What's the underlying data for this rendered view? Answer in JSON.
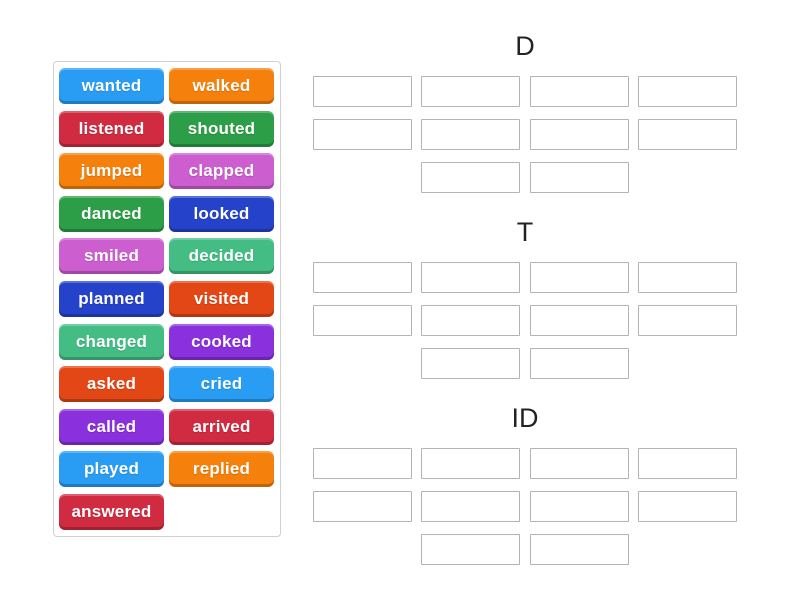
{
  "palette": {
    "background": "#ffffff",
    "tile_text": "#ffffff",
    "panel_border": "#d0d0d0",
    "slot_border": "#b4b4b4",
    "slot_bg": "#ffffff",
    "group_title_text": "#232323",
    "azure": "#299df4",
    "orange": "#f5810c",
    "crimson": "#d02b40",
    "green": "#2d9e48",
    "orchid": "#cc5ed0",
    "royal_blue": "#2543ca",
    "sea_green": "#44bd84",
    "vermillion": "#e34716",
    "purple": "#8a30dd"
  },
  "word_bank": {
    "items": [
      {
        "label": "wanted",
        "color": "#299df4"
      },
      {
        "label": "walked",
        "color": "#f5810c"
      },
      {
        "label": "listened",
        "color": "#d02b40"
      },
      {
        "label": "shouted",
        "color": "#2d9e48"
      },
      {
        "label": "jumped",
        "color": "#f5810c"
      },
      {
        "label": "clapped",
        "color": "#cc5ed0"
      },
      {
        "label": "danced",
        "color": "#2d9e48"
      },
      {
        "label": "looked",
        "color": "#2543ca"
      },
      {
        "label": "smiled",
        "color": "#cc5ed0"
      },
      {
        "label": "decided",
        "color": "#44bd84"
      },
      {
        "label": "planned",
        "color": "#2543ca"
      },
      {
        "label": "visited",
        "color": "#e34716"
      },
      {
        "label": "changed",
        "color": "#44bd84"
      },
      {
        "label": "cooked",
        "color": "#8a30dd"
      },
      {
        "label": "asked",
        "color": "#e34716"
      },
      {
        "label": "cried",
        "color": "#299df4"
      },
      {
        "label": "called",
        "color": "#8a30dd"
      },
      {
        "label": "arrived",
        "color": "#d02b40"
      },
      {
        "label": "played",
        "color": "#299df4"
      },
      {
        "label": "replied",
        "color": "#f5810c"
      },
      {
        "label": "answered",
        "color": "#d02b40"
      }
    ]
  },
  "groups": [
    {
      "label": "D",
      "slot_rows": [
        4,
        4,
        2
      ]
    },
    {
      "label": "T",
      "slot_rows": [
        4,
        4,
        2
      ]
    },
    {
      "label": "ID",
      "slot_rows": [
        4,
        4,
        2
      ]
    }
  ]
}
